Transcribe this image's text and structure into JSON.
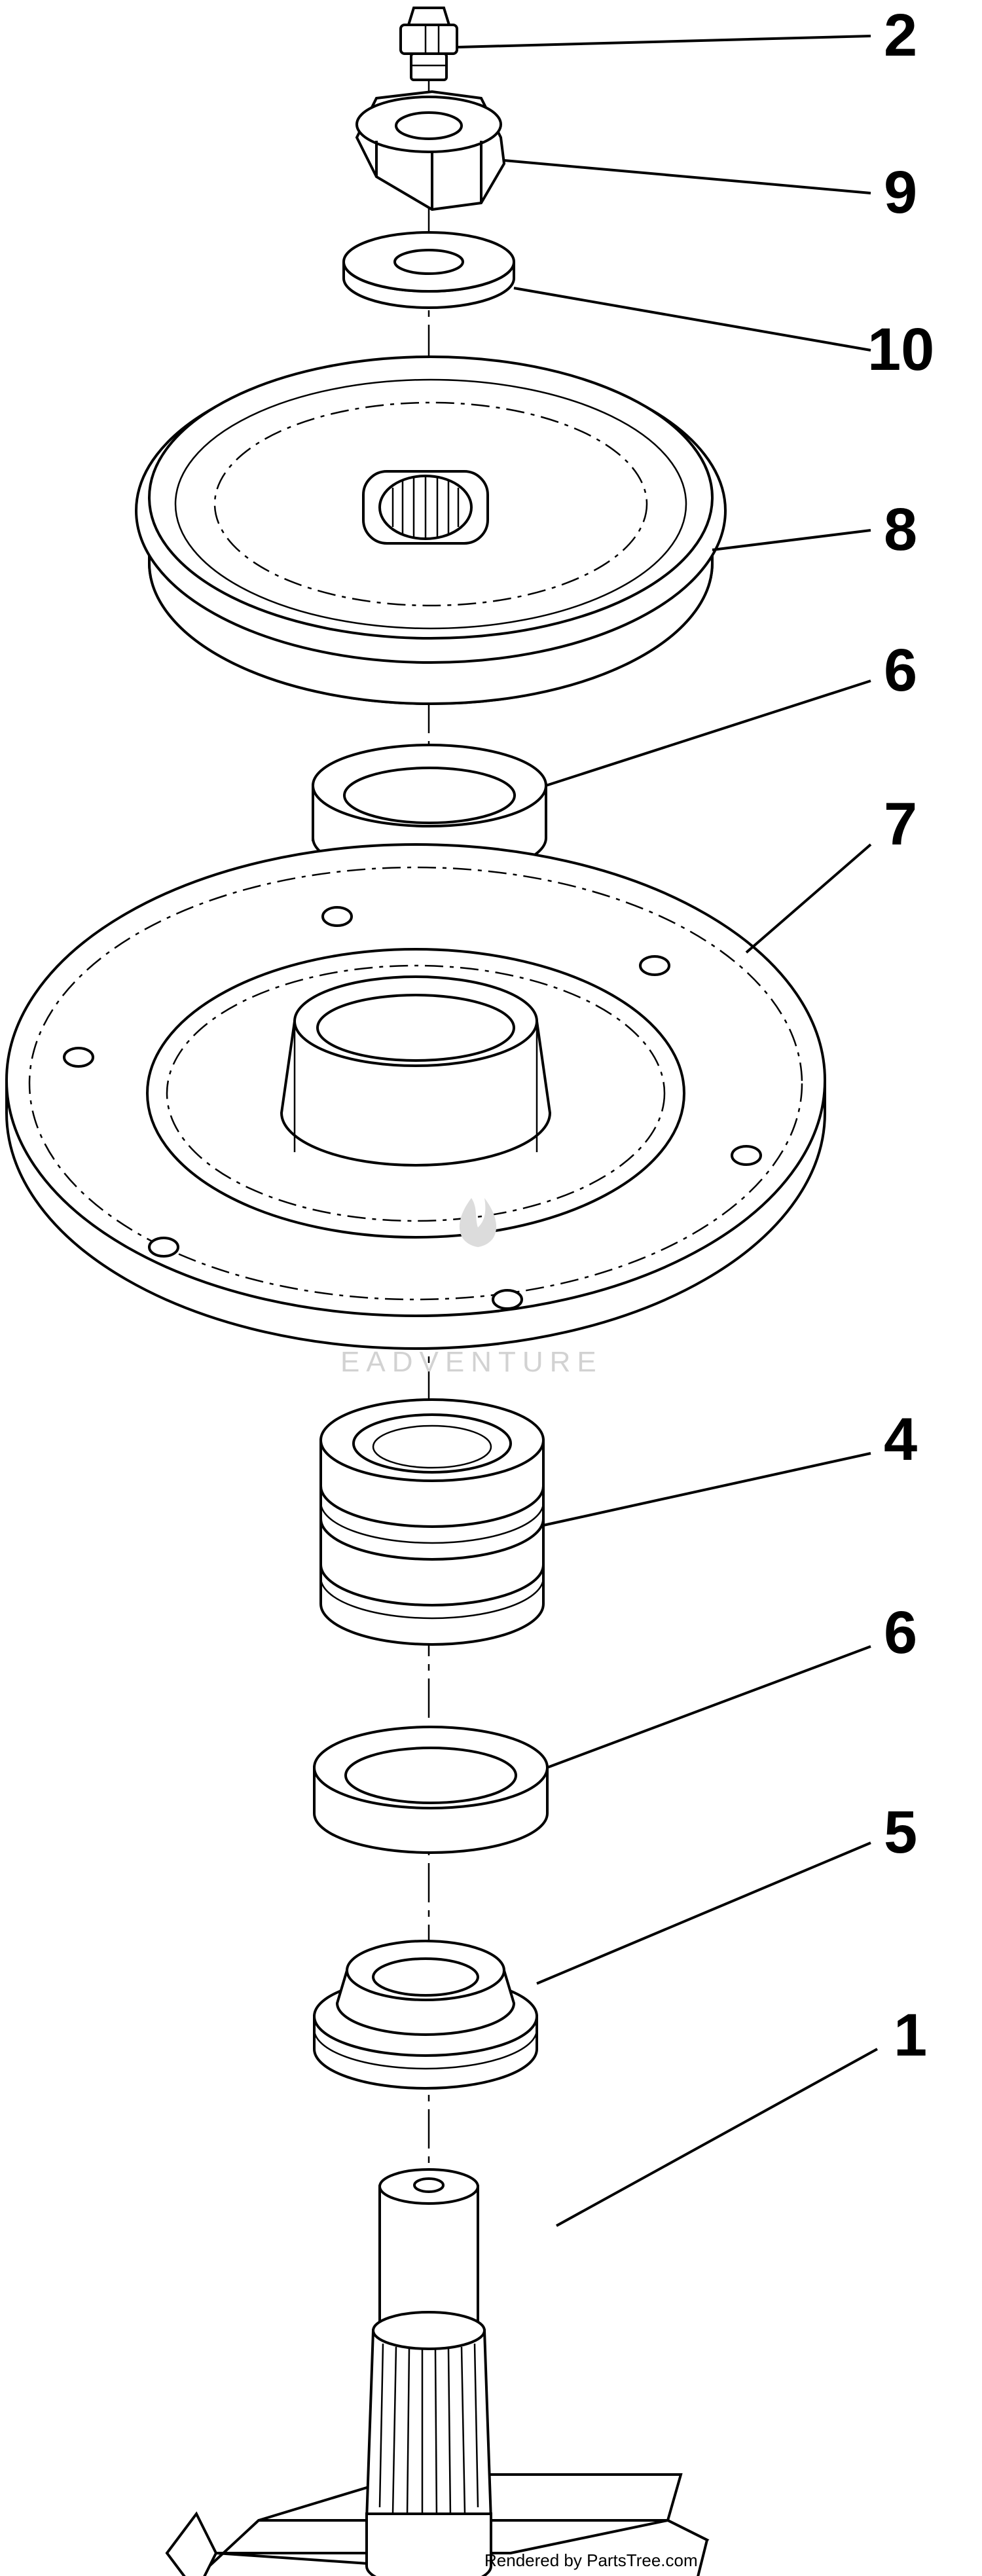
{
  "diagram": {
    "callouts": [
      {
        "part": "grease-fitting",
        "label": "2"
      },
      {
        "part": "nut",
        "label": "9"
      },
      {
        "part": "washer",
        "label": "10"
      },
      {
        "part": "pulley",
        "label": "8"
      },
      {
        "part": "upper-seal",
        "label": "6"
      },
      {
        "part": "spindle-housing",
        "label": "7"
      },
      {
        "part": "bearing",
        "label": "4"
      },
      {
        "part": "lower-seal",
        "label": "6"
      },
      {
        "part": "bearing-cup",
        "label": "5"
      },
      {
        "part": "spindle-shaft",
        "label": "1"
      }
    ],
    "watermark": "EADVENTURE",
    "credit": "Rendered by PartsTree.com"
  }
}
